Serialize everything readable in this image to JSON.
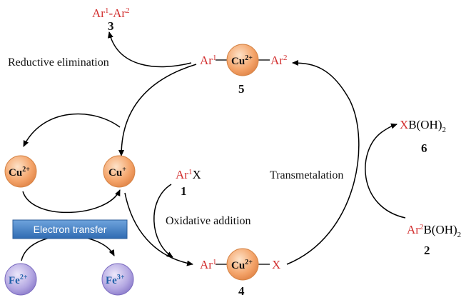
{
  "labels": {
    "reductive": "Reductive elimination",
    "oxidative": "Oxidative addition",
    "transmetalation": "Transmetalation",
    "electron_transfer": "Electron transfer"
  },
  "species": {
    "product": {
      "ar1": "Ar",
      "sup1": "1",
      "dash": "-",
      "ar2": "Ar",
      "sup2": "2",
      "num": "3"
    },
    "int5": {
      "left": "Ar",
      "left_sup": "1",
      "metal": "Cu",
      "metal_sup": "2+",
      "right": "Ar",
      "right_sup": "2",
      "num": "5"
    },
    "int4": {
      "left": "Ar",
      "left_sup": "1",
      "metal": "Cu",
      "metal_sup": "2+",
      "right": "X",
      "num": "4"
    },
    "aryl_halide": {
      "ar": "Ar",
      "sup": "1",
      "x": "X",
      "num": "1"
    },
    "boronic_acid": {
      "ar": "Ar",
      "sup": "2",
      "rest": "B(OH)",
      "sub": "2",
      "num": "2"
    },
    "boron_byproduct": {
      "x": "X",
      "rest": "B(OH)",
      "sub": "2",
      "num": "6"
    },
    "cu2": {
      "metal": "Cu",
      "sup": "2+"
    },
    "cu1": {
      "metal": "Cu",
      "sup": "+"
    },
    "fe2": {
      "metal": "Fe",
      "sup": "2+"
    },
    "fe3": {
      "metal": "Fe",
      "sup": "3+"
    }
  },
  "colors": {
    "ar_red": "#d22f2f",
    "cu_sphere": "#f4a46a",
    "fe_sphere": "#a99bd8",
    "fe_text": "#1e5fa8",
    "band": "#3f7fc6"
  }
}
